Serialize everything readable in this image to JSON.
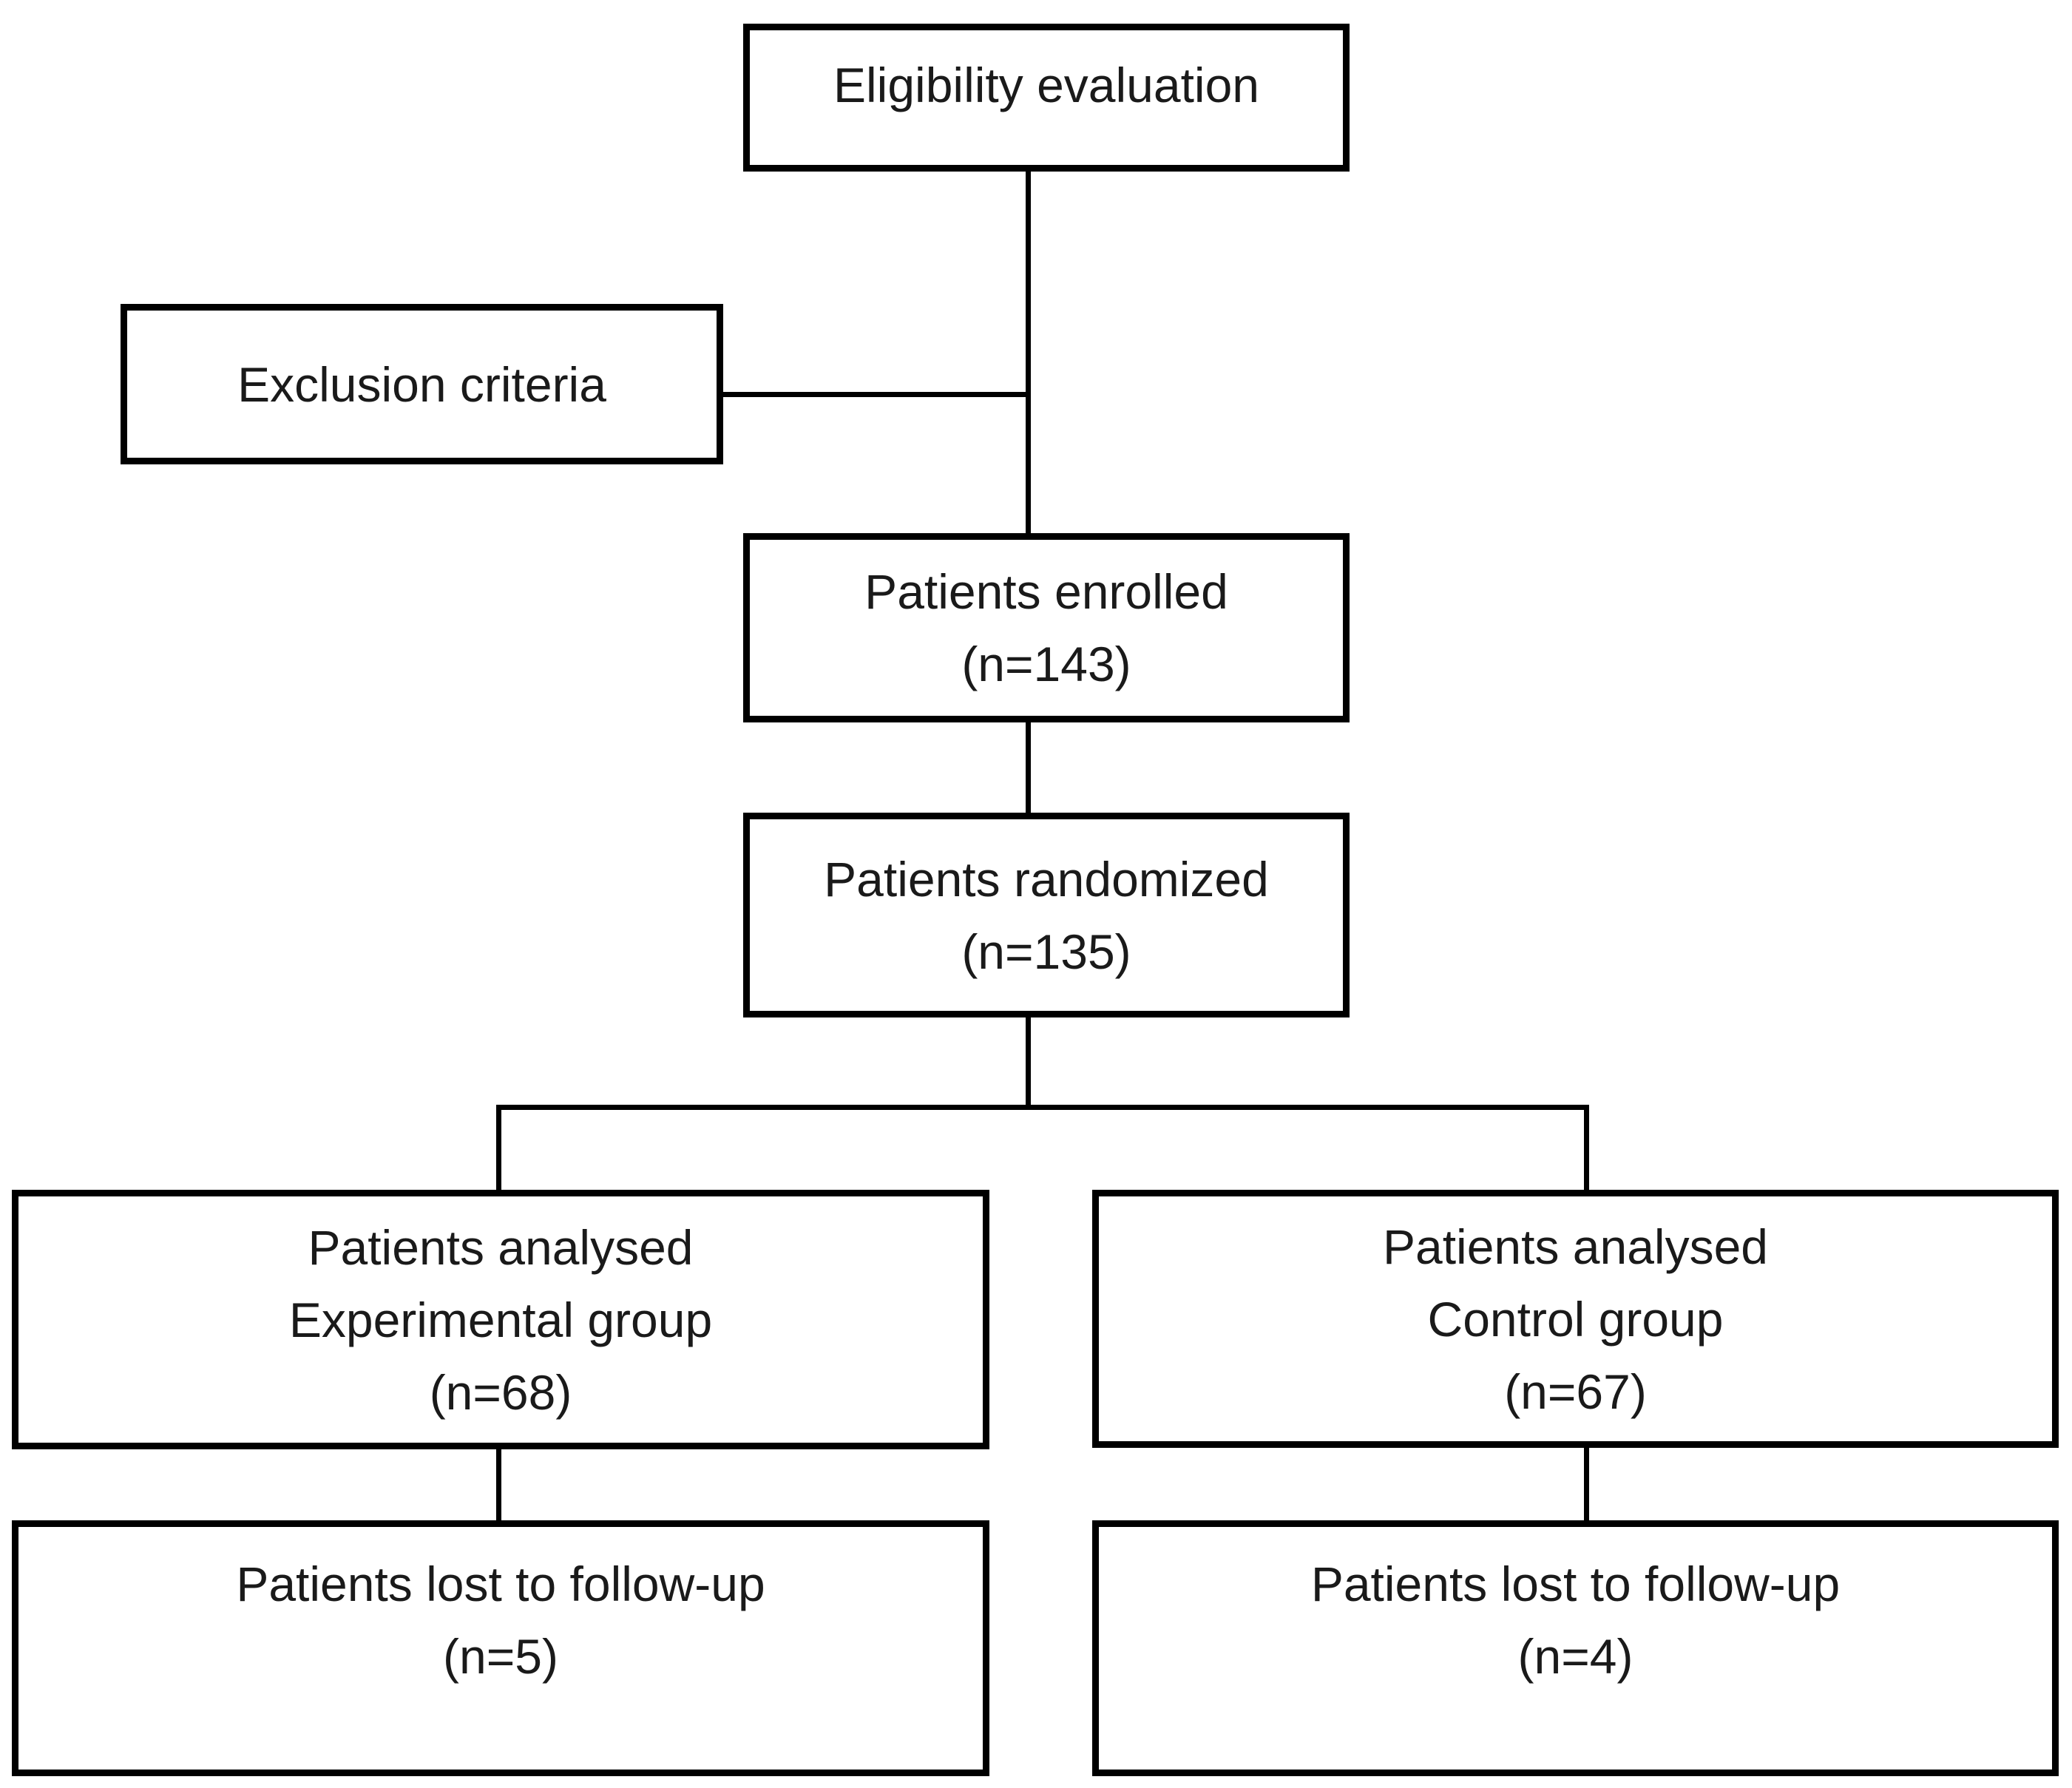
{
  "diagram": {
    "type": "flowchart",
    "background": "#ffffff",
    "box_border_color": "#000000",
    "connector_color": "#000000",
    "text_color": "#1a1a1a",
    "nodes": {
      "eligibility": {
        "lines": [
          "Eligibility evaluation"
        ]
      },
      "exclusion": {
        "lines": [
          "Exclusion criteria"
        ]
      },
      "enrolled": {
        "lines": [
          "Patients enrolled",
          "(n=143)"
        ]
      },
      "randomized": {
        "lines": [
          "Patients randomized",
          "(n=135)"
        ]
      },
      "analysed_experimental": {
        "lines": [
          "Patients analysed",
          "Experimental group",
          "(n=68)"
        ]
      },
      "analysed_control": {
        "lines": [
          "Patients analysed",
          "Control group",
          "(n=67)"
        ]
      },
      "lost_experimental": {
        "lines": [
          "Patients lost to follow-up",
          "(n=5)"
        ]
      },
      "lost_control": {
        "lines": [
          "Patients lost to follow-up",
          "(n=4)"
        ]
      }
    }
  }
}
